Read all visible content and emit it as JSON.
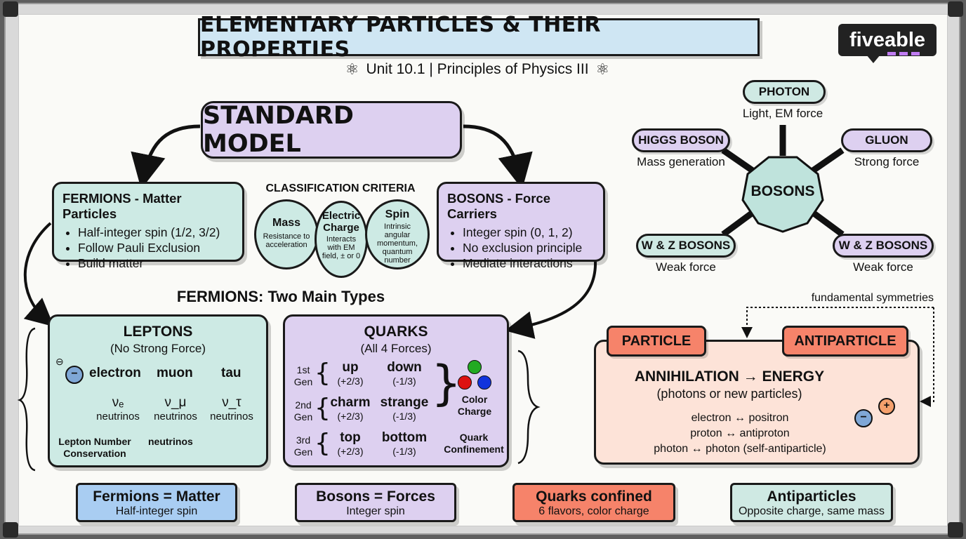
{
  "title": "ELEMENTARY PARTICLES & THEIR PROPERTIES",
  "subtitle": "Unit 10.1 | Principles of Physics III",
  "logo": "fiveable",
  "standard_model": "STANDARD MODEL",
  "fermions": {
    "title": "FERMIONS - Matter Particles",
    "points": [
      "Half-integer spin (1/2, 3/2)",
      "Follow Pauli Exclusion",
      "Build matter"
    ]
  },
  "bosons_box": {
    "title": "BOSONS - Force Carriers",
    "points": [
      "Integer spin (0, 1, 2)",
      "No exclusion principle",
      "Mediate interactions"
    ]
  },
  "criteria": {
    "title": "CLASSIFICATION CRITERIA",
    "items": [
      {
        "name": "Mass",
        "desc": "Resistance to acceleration"
      },
      {
        "name": "Electric Charge",
        "desc": "Interacts with EM field, ± or 0"
      },
      {
        "name": "Spin",
        "desc": "Intrinsic angular momentum, quantum number"
      }
    ]
  },
  "fermion_types_heading": "FERMIONS: Two Main Types",
  "leptons": {
    "title": "LEPTONS",
    "subtitle": "(No Strong Force)",
    "particles": [
      "electron",
      "muon",
      "tau"
    ],
    "neutrino_symbols": [
      "νₑ",
      "ν_μ",
      "ν_τ"
    ],
    "neutrino_label": "neutrinos",
    "group_label": "neutrinos",
    "conservation": "Lepton Number Conservation"
  },
  "quarks": {
    "title": "QUARKS",
    "subtitle": "(All 4 Forces)",
    "generations": [
      {
        "label": "1st Gen",
        "a": "up",
        "a_charge": "(+2/3)",
        "b": "down",
        "b_charge": "(-1/3)"
      },
      {
        "label": "2nd Gen",
        "a": "charm",
        "a_charge": "(+2/3)",
        "b": "strange",
        "b_charge": "(-1/3)"
      },
      {
        "label": "3rd Gen",
        "a": "top",
        "a_charge": "(+2/3)",
        "b": "bottom",
        "b_charge": "(-1/3)"
      }
    ],
    "color_charge": "Color Charge",
    "confinement": "Quark Confinement",
    "colors": [
      "#22aa22",
      "#dd1111",
      "#1133dd"
    ]
  },
  "boson_wheel": {
    "center": "BOSONS",
    "nodes": [
      {
        "name": "PHOTON",
        "desc": "Light, EM force"
      },
      {
        "name": "HIGGS BOSON",
        "desc": "Mass generation"
      },
      {
        "name": "GLUON",
        "desc": "Strong force"
      },
      {
        "name": "W & Z BOSONS",
        "desc": "Weak force"
      },
      {
        "name": "W & Z BOSONS",
        "desc": "Weak force"
      }
    ]
  },
  "symmetry_label": "fundamental symmetries",
  "antimatter": {
    "particle": "PARTICLE",
    "antiparticle": "ANTIPARTICLE",
    "heading": "ANNIHILATION → ENERGY",
    "subheading": "(photons or new particles)",
    "pairs": [
      "electron ↔ positron",
      "proton ↔ antiproton",
      "photon ↔ photon (self-antiparticle)"
    ]
  },
  "summary": [
    {
      "title": "Fermions = Matter",
      "desc": "Half-integer spin"
    },
    {
      "title": "Bosons = Forces",
      "desc": "Integer spin"
    },
    {
      "title": "Quarks confined",
      "desc": "6 flavors, color charge"
    },
    {
      "title": "Antiparticles",
      "desc": "Opposite charge, same mass"
    }
  ]
}
